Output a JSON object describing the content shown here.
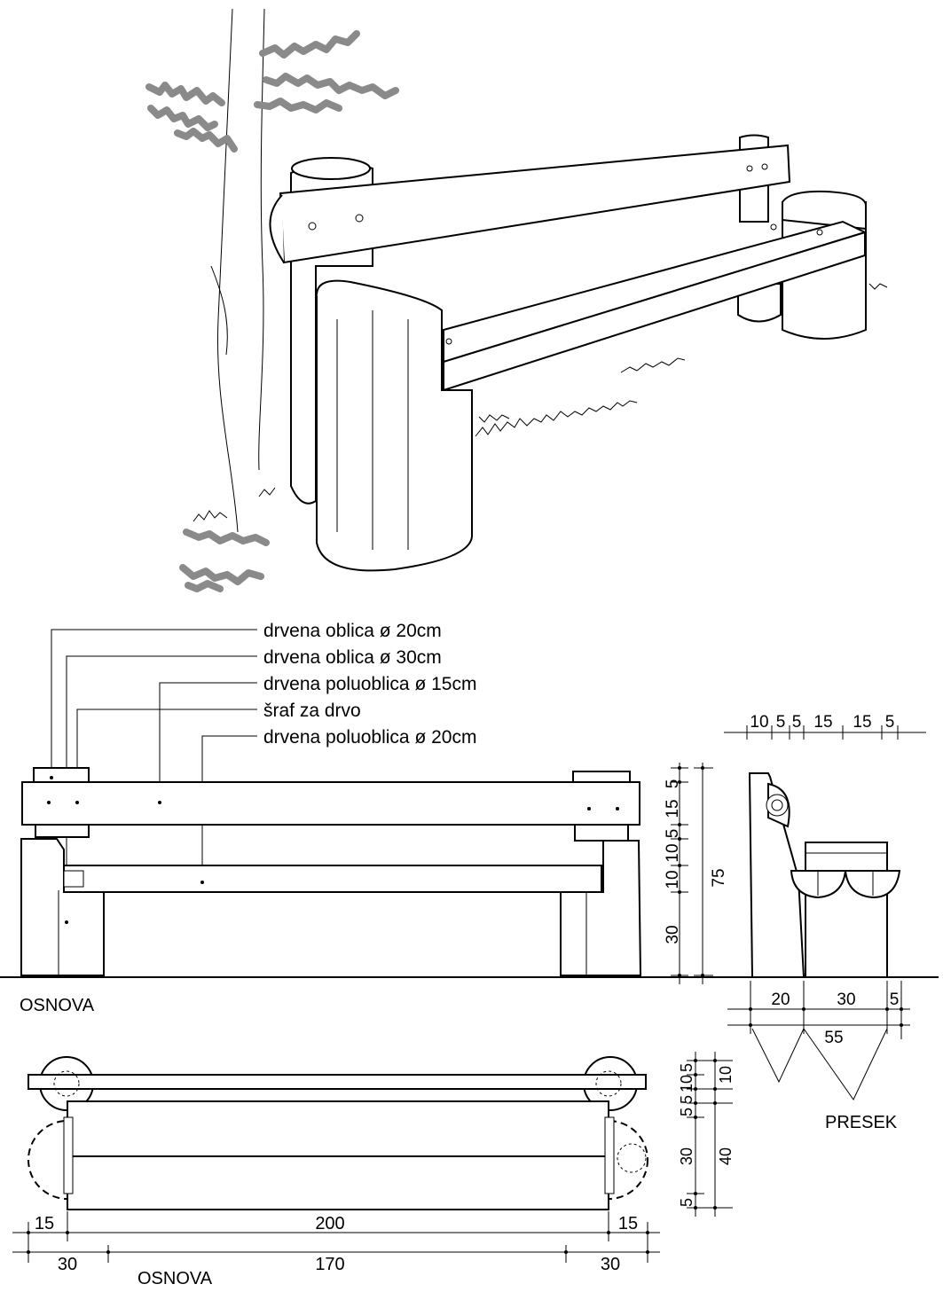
{
  "legend": {
    "item1": "drvena oblica ø 20cm",
    "item2": "drvena oblica ø 30cm",
    "item3": "drvena poluoblica ø 15cm",
    "item4": "šraf za drvo",
    "item5": "drvena poluoblica ø 20cm"
  },
  "elevation": {
    "label": "OSNOVA",
    "dims_vertical": [
      "5",
      "15",
      "5",
      "10",
      "10",
      "30"
    ],
    "total_height": "75"
  },
  "section": {
    "label": "PRESEK",
    "dims_top": [
      "10",
      "5",
      "5",
      "15",
      "15",
      "5"
    ],
    "dims_bottom": [
      "20",
      "30",
      "5"
    ],
    "total_depth": "55"
  },
  "plan": {
    "label": "OSNOVA",
    "dims_top": [
      "15",
      "200",
      "15"
    ],
    "dims_bottom": [
      "30",
      "170",
      "30"
    ],
    "dims_right_inner": [
      "5",
      "10",
      "5",
      "5",
      "30",
      "5"
    ],
    "dims_right_outer": [
      "10",
      "40"
    ]
  }
}
